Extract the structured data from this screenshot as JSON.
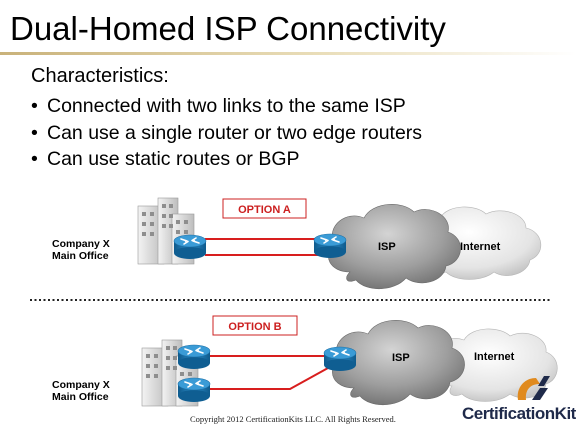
{
  "slide": {
    "title": "Dual-Homed ISP Connectivity",
    "characteristics_heading": "Characteristics:",
    "bullets": [
      "Connected with two links to the same ISP",
      "Can use a single router or two edge routers",
      "Can use static routes or BGP"
    ],
    "bullet_glyph": "•"
  },
  "option_a": {
    "label": "OPTION A",
    "site_label_line1": "Company X",
    "site_label_line2": "Main Office",
    "isp_label": "ISP",
    "internet_label": "Internet"
  },
  "option_b": {
    "label": "OPTION B",
    "site_label_line1": "Company X",
    "site_label_line2": "Main Office",
    "isp_label": "ISP",
    "internet_label": "Internet"
  },
  "footer": {
    "copyright": "Copyright 2012 CertificationKits LLC. All Rights Reserved.",
    "brand": "CertificationKits"
  },
  "colors": {
    "link_red": "#d81e1e",
    "option_border": "#cc2020",
    "router_blue": "#1f7fb8",
    "brand_orange": "#e08a1e",
    "brand_navy": "#1f2a4a"
  }
}
